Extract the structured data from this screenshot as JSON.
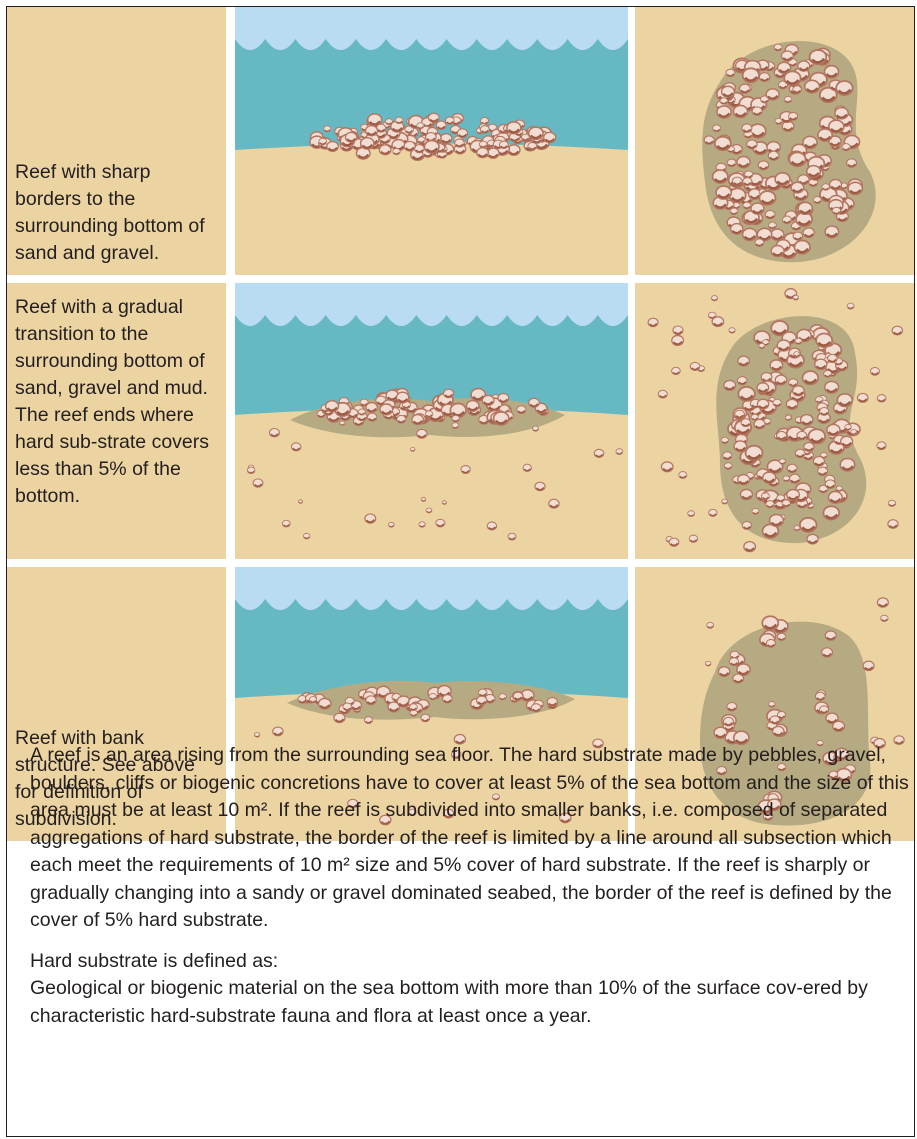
{
  "rows": [
    {
      "label": "Reef with sharp borders to the surrounding bottom of sand and gravel.",
      "type": "sharp"
    },
    {
      "label": "Reef with a gradual transition to the surrounding bottom of sand, gravel and mud. The reef ends where hard sub-strate covers less than 5% of the bottom.",
      "type": "gradual"
    },
    {
      "label": "Reef with bank structure. See above for definition of subdivision.",
      "type": "bank"
    }
  ],
  "definition_paragraph": "A reef is an area rising from the surrounding sea floor. The hard substrate made by pebbles, gravel, boulders, cliffs or biogenic concretions have to cover at least 5% of the sea bottom and the size of this area must be at least 10 m². If the reef is subdivided into smaller banks, i.e. composed of separated aggregations of hard substrate, the border of the reef is limited by a line around all subsection which each meet the requirements of 10 m² size and 5% cover of hard substrate. If the reef is sharply or gradually changing into a sandy or gravel dominated seabed, the border of the reef is defined by the cover of 5% hard substrate.",
  "hard_substrate_heading": "Hard substrate is defined as:",
  "hard_substrate_definition": "Geological or biogenic material on the sea bottom with more than 10% of the surface cov-ered by characteristic hard-substrate fauna and flora at least once a year.",
  "colors": {
    "sand": "#ecd3a2",
    "sky": "#b9dcf2",
    "water": "#66b9c2",
    "reef_area": "#b6aa82",
    "stone_fill": "#f2ddd2",
    "stone_edge": "#b27560",
    "stone_shadow": "#9d5a44"
  }
}
